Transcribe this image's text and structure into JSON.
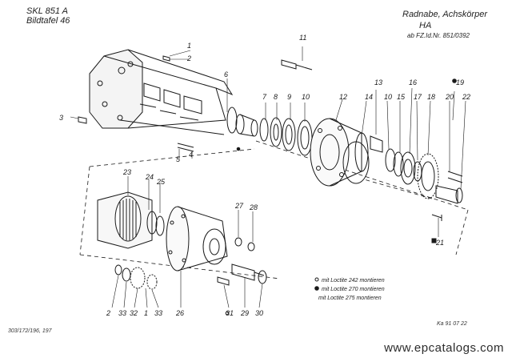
{
  "header": {
    "catalog": "SKL 851 A",
    "plate": "Bildtafel 46",
    "title": "Radnabe, Achskörper",
    "variant": "HA",
    "serial_from": "ab FZ.Id.Nr. 851/0392"
  },
  "callouts": [
    "11",
    "1",
    "2",
    "3",
    "6",
    "7",
    "8",
    "9",
    "10",
    "12",
    "13",
    "14",
    "10",
    "15",
    "16",
    "17",
    "18",
    "19",
    "20",
    "22",
    "4",
    "5",
    "23",
    "24",
    "25",
    "27",
    "28",
    "21",
    "2",
    "33",
    "32",
    "1",
    "33",
    "26",
    "31",
    "29",
    "30"
  ],
  "legend": {
    "loctite_242": "mit Loctite 242 montieren",
    "loctite_270": "mit Loctite 270 montieren",
    "loctite_275": "mit Loctite 275 montieren"
  },
  "footer": {
    "left_ref": "303/172/196, 197",
    "right_ref": "Ka 91 07 22"
  },
  "watermark": "www.epcatalogs.com"
}
